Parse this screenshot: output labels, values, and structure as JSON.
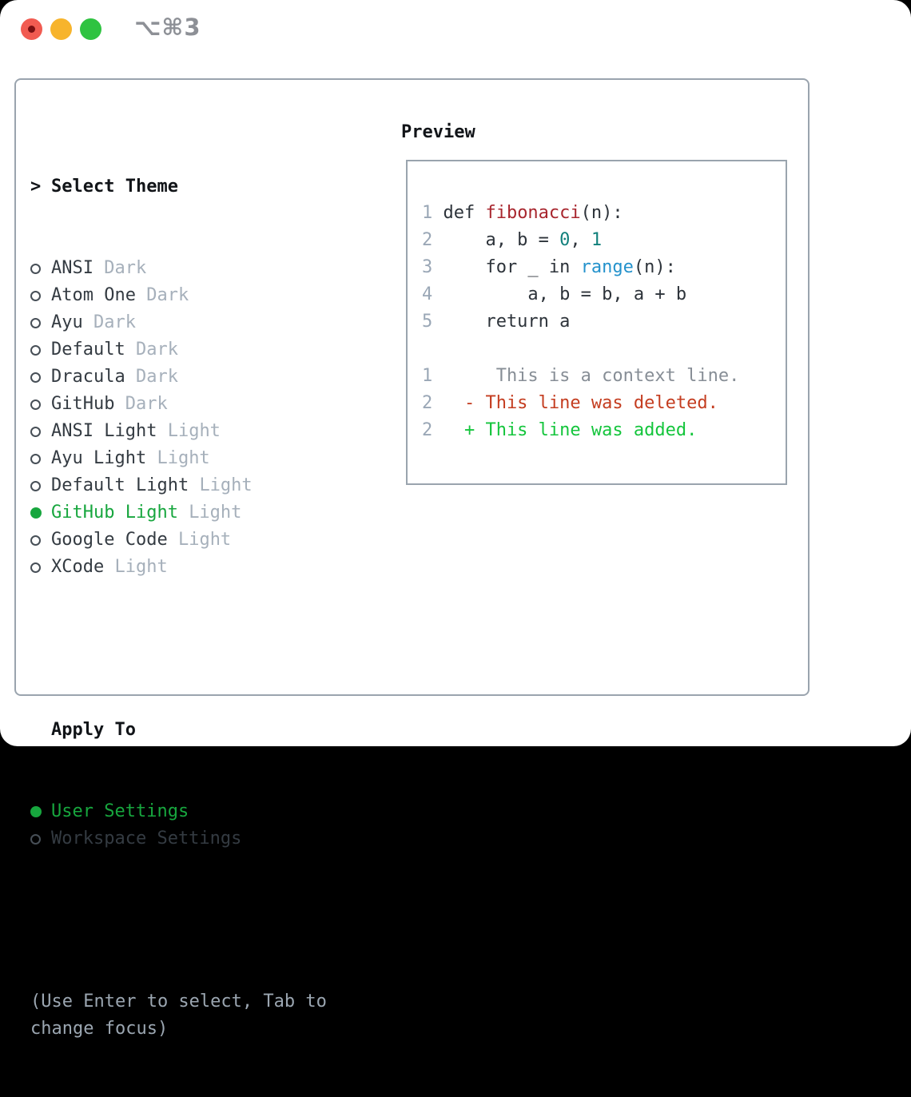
{
  "window": {
    "shortcut": "⌥⌘3"
  },
  "theme_picker": {
    "cursor": ">",
    "title": "Select Theme",
    "options": [
      {
        "name": "ANSI",
        "variant": "Dark",
        "selected": false
      },
      {
        "name": "Atom One",
        "variant": "Dark",
        "selected": false
      },
      {
        "name": "Ayu",
        "variant": "Dark",
        "selected": false
      },
      {
        "name": "Default",
        "variant": "Dark",
        "selected": false
      },
      {
        "name": "Dracula",
        "variant": "Dark",
        "selected": false
      },
      {
        "name": "GitHub",
        "variant": "Dark",
        "selected": false
      },
      {
        "name": "ANSI Light",
        "variant": "Light",
        "selected": false
      },
      {
        "name": "Ayu Light",
        "variant": "Light",
        "selected": false
      },
      {
        "name": "Default Light",
        "variant": "Light",
        "selected": false
      },
      {
        "name": "GitHub Light",
        "variant": "Light",
        "selected": true
      },
      {
        "name": "Google Code",
        "variant": "Light",
        "selected": false
      },
      {
        "name": "XCode",
        "variant": "Light",
        "selected": false
      }
    ]
  },
  "apply_to": {
    "title": "Apply To",
    "options": [
      {
        "name": "User Settings",
        "selected": true
      },
      {
        "name": "Workspace Settings",
        "selected": false
      }
    ]
  },
  "hint": "(Use Enter to select, Tab to change focus)",
  "preview": {
    "title": "Preview",
    "code_lines": [
      {
        "num": "1",
        "tokens": [
          [
            "def ",
            "c"
          ],
          [
            "fibonacci",
            "fn"
          ],
          [
            "(n):",
            "c"
          ]
        ]
      },
      {
        "num": "2",
        "tokens": [
          [
            "    a, b = ",
            "c"
          ],
          [
            "0",
            "num"
          ],
          [
            ", ",
            "c"
          ],
          [
            "1",
            "num"
          ]
        ]
      },
      {
        "num": "3",
        "tokens": [
          [
            "    for _ in ",
            "c"
          ],
          [
            "range",
            "call"
          ],
          [
            "(n):",
            "c"
          ]
        ]
      },
      {
        "num": "4",
        "tokens": [
          [
            "        a, b = b, a + b",
            "c"
          ]
        ]
      },
      {
        "num": "5",
        "tokens": [
          [
            "    return a",
            "c"
          ]
        ]
      }
    ],
    "diff_lines": [
      {
        "num": "1",
        "tokens": [
          [
            "     This is a context line.",
            "ctx"
          ]
        ]
      },
      {
        "num": "2",
        "tokens": [
          [
            "  - This line was deleted.",
            "del"
          ]
        ]
      },
      {
        "num": "2",
        "tokens": [
          [
            "  + This line was added.",
            "add"
          ]
        ]
      }
    ]
  },
  "colors": {
    "selected_green": "#17a63e",
    "added_green": "#14c53c",
    "deleted_red": "#c43d20",
    "function_red": "#a8262e",
    "builtin_blue": "#2492cc",
    "number_teal": "#12807c",
    "muted_gray": "#a6b0bb",
    "border_gray": "#9aa4ae",
    "traffic_red": "#f15b51",
    "traffic_yellow": "#f7b42c",
    "traffic_green": "#2fc341"
  }
}
